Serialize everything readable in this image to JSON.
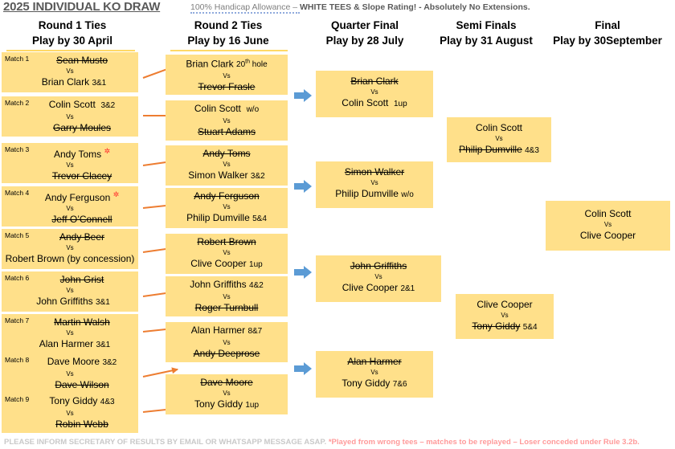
{
  "header": {
    "title": "2025 INDIVIDUAL KO DRAW",
    "subtitle_plain": "100% Handicap Allowance – ",
    "subtitle_bold": "WHITE TEES & Slope Rating!  -  Absolutely No Extensions."
  },
  "columns": [
    {
      "name": "Round 1 Ties",
      "deadline": "Play by 30 April"
    },
    {
      "name": "Round 2 Ties",
      "deadline": "Play by 16 June"
    },
    {
      "name": "Quarter Final",
      "deadline": "Play by 28 July"
    },
    {
      "name": "Semi Finals",
      "deadline": "Play by 31 August"
    },
    {
      "name": "Final",
      "deadline": "Play by 30September"
    }
  ],
  "vs_label": "Vs",
  "round1": [
    {
      "label": "Match 1",
      "top": "Sean Musto",
      "top_score": "",
      "top_out": true,
      "bottom": "Brian Clark",
      "bottom_score": "3&1",
      "bottom_out": false
    },
    {
      "label": "Match 2",
      "top": "Colin Scott",
      "top_score": "3&2",
      "top_out": false,
      "bottom": "Garry Moules",
      "bottom_score": "",
      "bottom_out": true
    },
    {
      "label": "Match 3",
      "top": "Andy Toms",
      "top_score": "",
      "top_out": false,
      "top_star": true,
      "bottom": "Trevor Clacey",
      "bottom_score": "",
      "bottom_out": true
    },
    {
      "label": "Match 4",
      "top": "Andy Ferguson",
      "top_score": "",
      "top_out": false,
      "top_star": true,
      "bottom": "Jeff O’Connell",
      "bottom_score": "",
      "bottom_out": true
    },
    {
      "label": "Match 5",
      "top": "Andy Beer",
      "top_score": "",
      "top_out": true,
      "bottom": "Robert Brown (by concession)",
      "bottom_score": "",
      "bottom_out": false
    },
    {
      "label": "Match 6",
      "top": "John Grist",
      "top_score": "",
      "top_out": true,
      "bottom": "John Griffiths",
      "bottom_score": "3&1",
      "bottom_out": false
    },
    {
      "label": "Match 7",
      "top": "Martin Walsh",
      "top_score": "",
      "top_out": true,
      "bottom": "Alan Harmer",
      "bottom_score": "3&1",
      "bottom_out": false
    },
    {
      "label": "Match 8",
      "top": "Dave Moore",
      "top_score": "3&2",
      "top_out": false,
      "bottom": "Dave Wilson",
      "bottom_score": "",
      "bottom_out": true
    },
    {
      "label": "Match 9",
      "top": "Tony Giddy",
      "top_score": "4&3",
      "top_out": false,
      "bottom": "Robin Webb",
      "bottom_score": "",
      "bottom_out": true
    }
  ],
  "round2": [
    {
      "top": "Brian Clark",
      "top_score": "20th hole",
      "top_out": false,
      "bottom": "Trevor Frasle",
      "bottom_score": "",
      "bottom_out": true
    },
    {
      "top": "Colin Scott",
      "top_score": "w/o",
      "top_out": false,
      "bottom": "Stuart Adams",
      "bottom_score": "",
      "bottom_out": true
    },
    {
      "top": "Andy Toms",
      "top_score": "",
      "top_out": true,
      "bottom": "Simon Walker",
      "bottom_score": "3&2",
      "bottom_out": false
    },
    {
      "top": "Andy Ferguson",
      "top_score": "",
      "top_out": true,
      "bottom": "Philip Dumville",
      "bottom_score": "5&4",
      "bottom_out": false
    },
    {
      "top": "Robert Brown",
      "top_score": "",
      "top_out": true,
      "bottom": "Clive Cooper",
      "bottom_score": "1up",
      "bottom_out": false
    },
    {
      "top": "John Griffiths",
      "top_score": "4&2",
      "top_out": false,
      "bottom": "Roger Turnbull",
      "bottom_score": "",
      "bottom_out": true
    },
    {
      "top": "Alan Harmer",
      "top_score": "8&7",
      "top_out": false,
      "bottom": "Andy Deeprose",
      "bottom_score": "",
      "bottom_out": true
    },
    {
      "top": "Dave Moore",
      "top_score": "",
      "top_out": true,
      "bottom": "Tony Giddy",
      "bottom_score": "1up",
      "bottom_out": false
    }
  ],
  "quarter_finals": [
    {
      "top": "Brian Clark",
      "top_score": "",
      "top_out": true,
      "bottom": "Colin Scott",
      "bottom_score": "1up",
      "bottom_out": false
    },
    {
      "top": "Simon Walker",
      "top_score": "",
      "top_out": true,
      "bottom": "Philip Dumville",
      "bottom_score": "w/o",
      "bottom_out": false
    },
    {
      "top": "John Griffiths",
      "top_score": "",
      "top_out": true,
      "bottom": "Clive Cooper",
      "bottom_score": "2&1",
      "bottom_out": false
    },
    {
      "top": "Alan Harmer",
      "top_score": "",
      "top_out": true,
      "bottom": "Tony Giddy",
      "bottom_score": "7&6",
      "bottom_out": false
    }
  ],
  "semi_finals": [
    {
      "top": "Colin Scott",
      "top_score": "",
      "top_out": false,
      "bottom": "Philip Dumville",
      "bottom_score": "4&3",
      "bottom_out": true
    },
    {
      "top": "Clive Cooper",
      "top_score": "",
      "top_out": false,
      "bottom": "Tony Giddy",
      "bottom_score": "5&4",
      "bottom_out": true
    }
  ],
  "final": [
    {
      "top": "Colin Scott",
      "top_score": "",
      "top_out": false,
      "bottom": "Clive Cooper",
      "bottom_score": "",
      "bottom_out": false
    }
  ],
  "footer": {
    "main": "PLEASE INFORM SECRETARY OF RESULTS BY EMAIL OR WHATSAPP MESSAGE ASAP.",
    "note": "*Played from wrong tees – matches to be replayed – Loser conceded under Rule 3.2b."
  },
  "colors": {
    "box_fill": "#ffe08a",
    "arrow_small": "#ed7d31",
    "arrow_big": "#5b9bd5",
    "rule": "#ffd966",
    "title": "#595959",
    "note": "#ff9a9a",
    "star": "#ff2d2d"
  }
}
